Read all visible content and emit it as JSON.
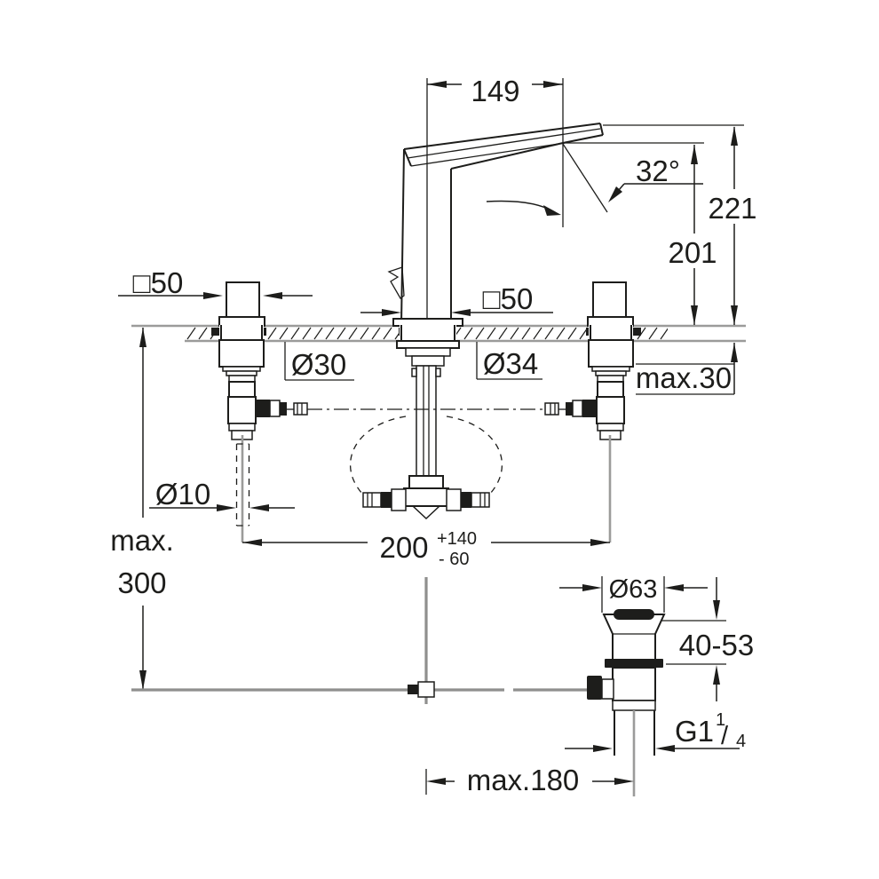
{
  "drawing": {
    "kind": "installation-dimension-drawing-three-hole-basin-mixer-with-pop-up-waste",
    "colors": {
      "line": "#1d1d1b",
      "gray": "#9b9b9a",
      "background": "#ffffff"
    },
    "dims": {
      "spout_projection": "149",
      "spout_angle": "32°",
      "height_spout_top": "221",
      "height_outlet": "201",
      "handle_square_left": "□50",
      "body_square_center": "□50",
      "hole_dia_side": "Ø30",
      "hole_dia_center": "Ø34",
      "deck_thickness": "max.30",
      "hose_dia": "Ø10",
      "install_depth_word": "max.",
      "install_depth_value": "300",
      "hole_spacing": "200",
      "hole_spacing_tol_plus": "+140",
      "hole_spacing_tol_minus": "- 60",
      "waste_flange_dia": "Ø63",
      "basin_clamp_range": "40-53",
      "waste_thread_base": "G1",
      "waste_thread_numerator": "1",
      "waste_thread_slash": "/",
      "waste_thread_denominator": "4",
      "rod_projection": "max.180"
    }
  }
}
